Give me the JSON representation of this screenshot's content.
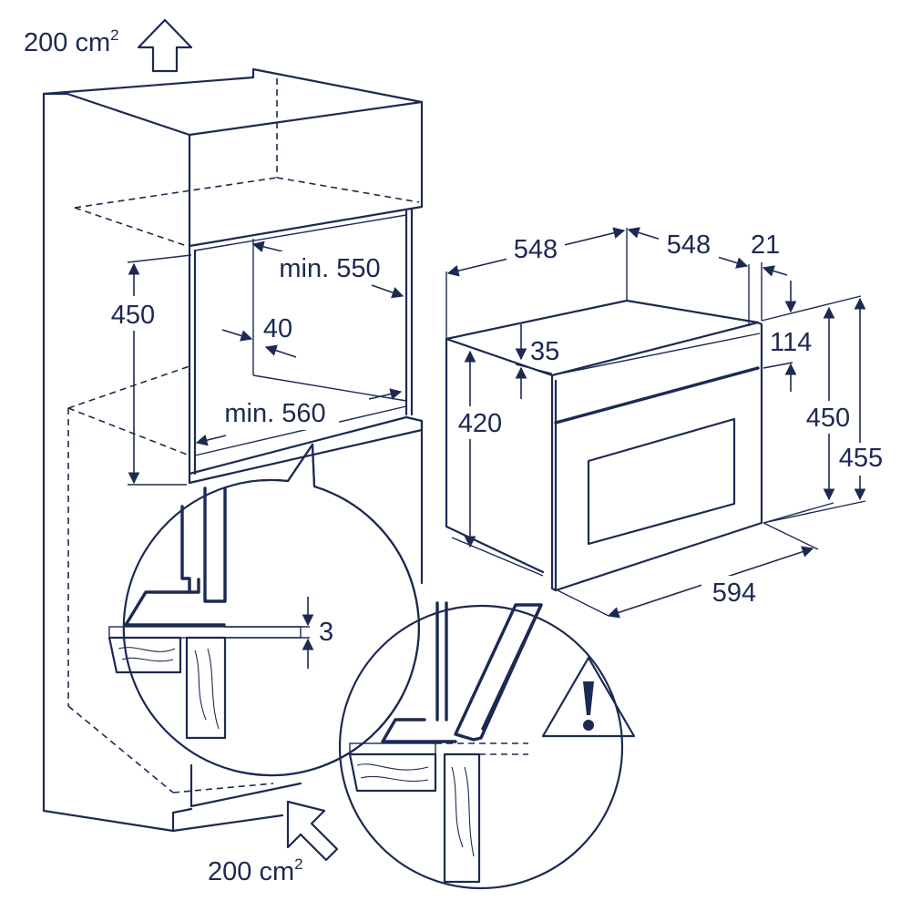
{
  "colors": {
    "line": "#1c2a52",
    "background": "#ffffff"
  },
  "icons": [
    "arrow-up-icon",
    "arrow-diagonal-icon",
    "warning-triangle-icon"
  ],
  "ventilation": {
    "top": {
      "value": "200 cm",
      "exp": "2"
    },
    "bottom": {
      "value": "200 cm",
      "exp": "2"
    }
  },
  "cabinet": {
    "min_depth": "min. 550",
    "min_width": "min. 560",
    "height": "450",
    "gap": "40"
  },
  "detail": {
    "gap": "3"
  },
  "appliance": {
    "depth_left": "548",
    "depth_right": "548",
    "front_thickness": "21",
    "top_offset": "35",
    "body_height": "420",
    "panel_height": "114",
    "inner_height": "450",
    "total_height": "455",
    "width": "594"
  }
}
